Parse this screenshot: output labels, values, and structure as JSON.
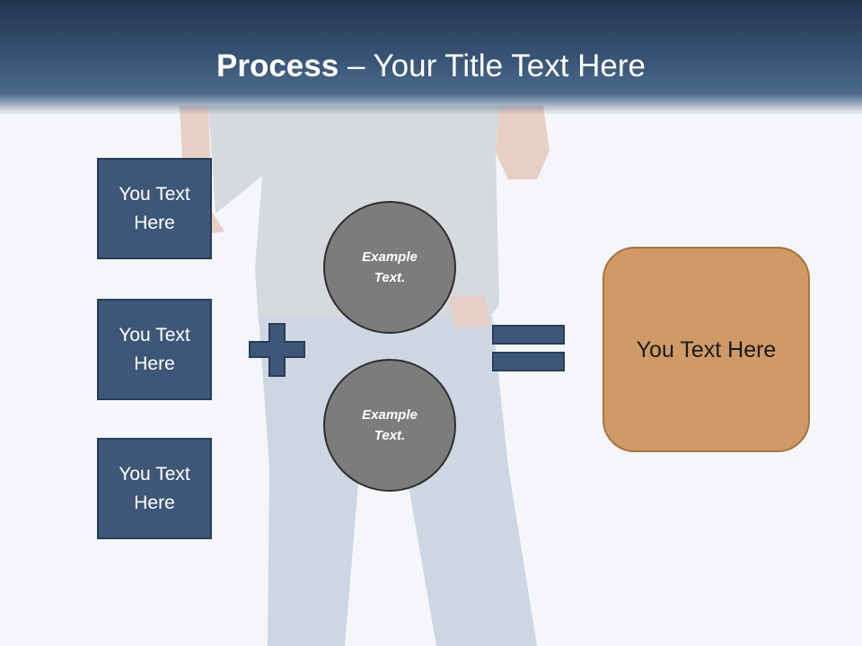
{
  "slide": {
    "title_bold": "Process",
    "title_rest": " – Your Title Text Here",
    "inputs": [
      {
        "label": "You Text Here"
      },
      {
        "label": "You Text Here"
      },
      {
        "label": "You Text Here"
      }
    ],
    "circles": [
      {
        "text": "Example Text."
      },
      {
        "text": "Example Text."
      }
    ],
    "result": {
      "label": "You Text Here"
    },
    "operators": {
      "plus": "plus-sign-icon",
      "equals": "equals-sign-icon"
    },
    "colors": {
      "header": "#3a5678",
      "box_fill": "#3e5778",
      "circle_fill": "#7c7c7c",
      "result_fill": "#cf9a66",
      "background": "#f4f6f9"
    }
  }
}
